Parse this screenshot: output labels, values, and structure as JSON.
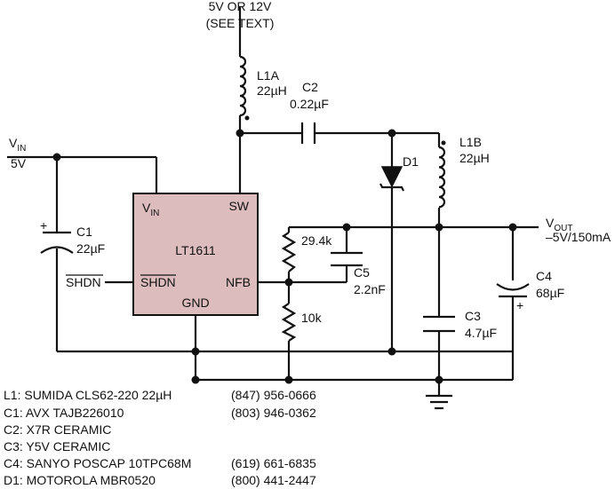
{
  "supply": {
    "line1": "5V OR 12V",
    "line2": "(SEE TEXT)"
  },
  "vin": {
    "main": "V",
    "sub": "IN",
    "value": "5V"
  },
  "ic": {
    "name": "LT1611",
    "pin_vin_main": "V",
    "pin_vin_sub": "IN",
    "pin_sw": "SW",
    "pin_shdn": "SHDN",
    "pin_nfb": "NFB",
    "pin_gnd": "GND"
  },
  "shdn_input": "SHDN",
  "components": {
    "l1a": {
      "name": "L1A",
      "value": "22µH"
    },
    "c2": {
      "name": "C2",
      "value": "0.22µF"
    },
    "l1b": {
      "name": "L1B",
      "value": "22µH"
    },
    "d1": {
      "name": "D1"
    },
    "c1": {
      "name": "C1",
      "value": "22µF",
      "polarity": "+"
    },
    "r_top": {
      "value": "29.4k"
    },
    "c5": {
      "name": "C5",
      "value": "2.2nF"
    },
    "r_bot": {
      "value": "10k"
    },
    "c3": {
      "name": "C3",
      "value": "4.7µF"
    },
    "c4": {
      "name": "C4",
      "value": "68µF",
      "polarity": "+"
    }
  },
  "vout": {
    "main": "V",
    "sub": "OUT",
    "value": "–5V/150mA"
  },
  "parts_list": [
    {
      "text": "L1: SUMIDA CLS62-220 22µH",
      "phone": "(847) 956-0666"
    },
    {
      "text": "C1: AVX TAJB226010",
      "phone": "(803) 946-0362"
    },
    {
      "text": "C2: X7R CERAMIC",
      "phone": ""
    },
    {
      "text": "C3: Y5V CERAMIC",
      "phone": ""
    },
    {
      "text": "C4: SANYO POSCAP 10TPC68M",
      "phone": "(619) 661-6835"
    },
    {
      "text": "D1: MOTOROLA MBR0520",
      "phone": "(800) 441-2447"
    }
  ]
}
